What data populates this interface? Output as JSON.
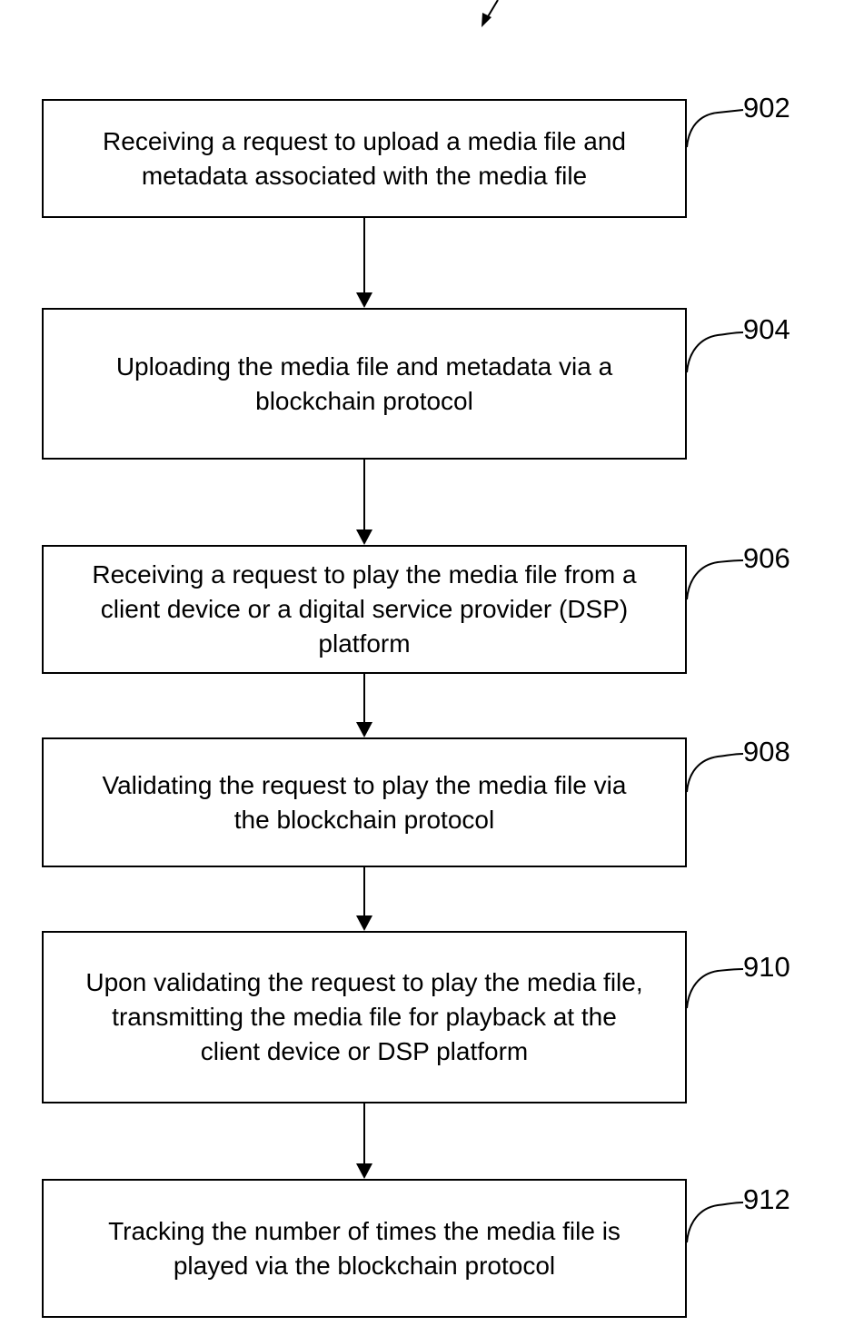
{
  "steps": [
    {
      "ref": "902",
      "text_lines": [
        "Receiving a request to upload a media file and",
        "metadata associated with the media file"
      ]
    },
    {
      "ref": "904",
      "text_lines": [
        "Uploading the media file and metadata via a",
        "blockchain protocol"
      ]
    },
    {
      "ref": "906",
      "text_lines": [
        "Receiving a request to play the media file from a",
        "client device or a digital service provider (DSP)",
        "platform"
      ]
    },
    {
      "ref": "908",
      "text_lines": [
        "Validating the request to play the media file via",
        "the blockchain protocol"
      ]
    },
    {
      "ref": "910",
      "text_lines": [
        "Upon validating the request to play the media file,",
        "transmitting the media file for playback at the",
        "client device or DSP platform"
      ]
    },
    {
      "ref": "912",
      "text_lines": [
        "Tracking the number of times the media file is",
        "played via the blockchain protocol"
      ]
    }
  ]
}
